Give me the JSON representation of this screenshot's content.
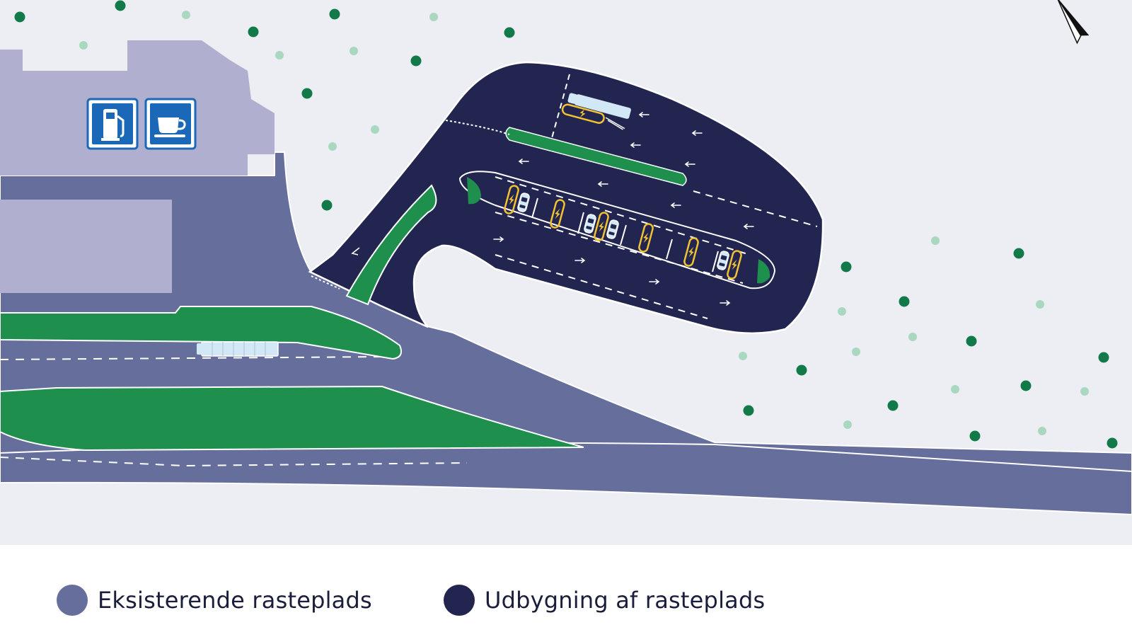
{
  "colors": {
    "background": "#eceef3",
    "existing_area": "#666e9b",
    "expansion_area": "#232551",
    "building": "#b0afcf",
    "grass": "#1f8f4e",
    "tree_dark": "#117a48",
    "tree_light": "#a9d7c0",
    "charger": "#f1c232",
    "vehicle": "#d2e8f6"
  },
  "icons": [
    "fuel-pump-icon",
    "coffee-cup-icon",
    "north-arrow-icon",
    "ev-charger-icon",
    "car-icon",
    "truck-icon"
  ],
  "legend": {
    "items": [
      {
        "label": "Eksisterende rasteplads",
        "color": "#666e9b"
      },
      {
        "label": "Udbygning af rasteplads",
        "color": "#232551"
      }
    ]
  },
  "map": {
    "facilities": [
      "fuel-pump-icon",
      "coffee-cup-icon"
    ],
    "charging_bays": 7,
    "truck_charging_bays": 1
  }
}
